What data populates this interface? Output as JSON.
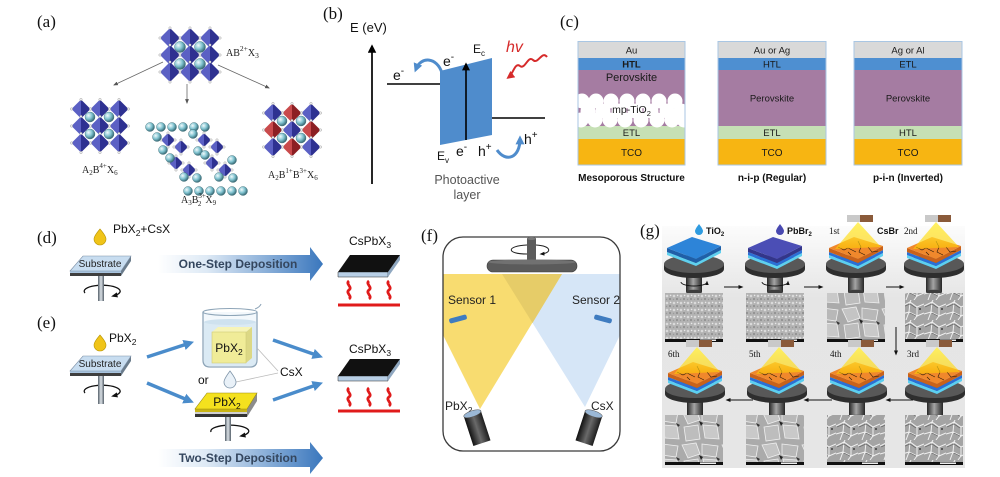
{
  "panel_a": {
    "label": "(a)",
    "parent_formula": {
      "p1": "AB",
      "sup": "2+",
      "p2": "X",
      "sub": "3"
    },
    "left_formula": {
      "p1": "A",
      "sub1": "2",
      "p2": "B",
      "sup": "4+",
      "p3": "X",
      "sub2": "6"
    },
    "center_formula": {
      "p1": "A",
      "sub1": "3",
      "p2": "B",
      "sup": "3+",
      "sub2": "2",
      "p3": "X",
      "sub3": "9"
    },
    "right_formula": {
      "p1": "A",
      "sub1": "2",
      "p2": "B",
      "sup1": "1+",
      "p3": "B",
      "sup2": "3+",
      "p4": "X",
      "sub2": "6"
    }
  },
  "panel_b": {
    "label": "(b)",
    "axis_label": "E (eV)",
    "conduction_band": {
      "base": "E",
      "sub": "c"
    },
    "valence_band": {
      "base": "E",
      "sub": "v"
    },
    "photon": "hv",
    "electron": {
      "base": "e",
      "sup": "-"
    },
    "hole": {
      "base": "h",
      "sup": "+"
    },
    "caption": [
      "Photoactive",
      "layer"
    ]
  },
  "panel_c": {
    "label": "(c)",
    "stacks": [
      {
        "caption": "Mesoporous Structure",
        "scaffold": {
          "base": "mp-TiO",
          "sub": "2"
        },
        "layers": [
          {
            "name": "Au",
            "color": "#d9d9d9"
          },
          {
            "name": "HTL",
            "color": "#4e8fd1"
          },
          {
            "name": "Perovskite",
            "color": "#a57ca2"
          },
          {
            "name": "ETL",
            "color": "#c6e0b5"
          },
          {
            "name": "TCO",
            "color": "#f7b512"
          }
        ]
      },
      {
        "caption": "n-i-p (Regular)",
        "layers": [
          {
            "name": "Au or Ag",
            "color": "#d9d9d9"
          },
          {
            "name": "HTL",
            "color": "#4e8fd1"
          },
          {
            "name": "Perovskite",
            "color": "#a57ca2"
          },
          {
            "name": "ETL",
            "color": "#c6e0b5"
          },
          {
            "name": "TCO",
            "color": "#f7b512"
          }
        ]
      },
      {
        "caption": "p-i-n (Inverted)",
        "layers": [
          {
            "name": "Ag or Al",
            "color": "#d9d9d9"
          },
          {
            "name": "ETL",
            "color": "#4e8fd1"
          },
          {
            "name": "Perovskite",
            "color": "#a57ca2"
          },
          {
            "name": "HTL",
            "color": "#c6e0b5"
          },
          {
            "name": "TCO",
            "color": "#f7b512"
          }
        ]
      }
    ]
  },
  "panel_d": {
    "label": "(d)",
    "precursor": {
      "base": "PbX",
      "sub": "2",
      "rest": "+CsX"
    },
    "substrate": "Substrate",
    "process": "One-Step Deposition",
    "product": {
      "base": "CsPbX",
      "sub": "3"
    }
  },
  "panel_e": {
    "label": "(e)",
    "precursor": {
      "base": "PbX",
      "sub": "2"
    },
    "substrate": "Substrate",
    "immersed_film": {
      "base": "PbX",
      "sub": "2"
    },
    "alternative": "or",
    "reagent": "CsX",
    "coated_film": {
      "base": "PbX",
      "sub": "2"
    },
    "process": "Two-Step Deposition",
    "product": {
      "base": "CsPbX",
      "sub": "3"
    }
  },
  "panel_f": {
    "label": "(f)",
    "sensors": [
      "Sensor 1",
      "Sensor 2"
    ],
    "sources": [
      {
        "base": "PbX",
        "sub": "2"
      },
      {
        "base": "CsX"
      }
    ]
  },
  "panel_g": {
    "label": "(g)",
    "first_layer": {
      "base": "TiO",
      "sub": "2"
    },
    "second_layer": {
      "base": "PbBr",
      "sub": "2"
    },
    "spray_reagent": "CsBr",
    "cycles": [
      "1st",
      "2nd",
      "3rd",
      "4th",
      "5th",
      "6th"
    ]
  }
}
